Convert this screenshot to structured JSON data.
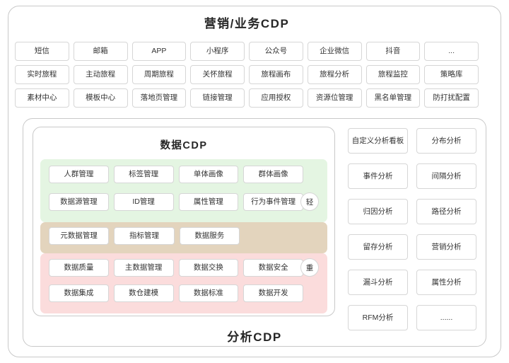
{
  "marketing_panel": {
    "title": "营销/业务CDP",
    "row1": [
      "短信",
      "邮箱",
      "APP",
      "小程序",
      "公众号",
      "企业微信",
      "抖音",
      "..."
    ],
    "row2": [
      "实时旅程",
      "主动旅程",
      "周期旅程",
      "关怀旅程",
      "旅程画布",
      "旅程分析",
      "旅程监控",
      "策略库"
    ],
    "row3": [
      "素材中心",
      "模板中心",
      "落地页管理",
      "链接管理",
      "应用授权",
      "资源位管理",
      "黑名单管理",
      "防打扰配置"
    ]
  },
  "analysis_panel": {
    "title": "分析CDP",
    "items": [
      "自定义分析看板",
      "分布分析",
      "事件分析",
      "间隔分析",
      "归因分析",
      "路径分析",
      "留存分析",
      "营销分析",
      "漏斗分析",
      "属性分析",
      "RFM分析",
      "......"
    ]
  },
  "data_panel": {
    "title": "数据CDP",
    "bands": {
      "light": {
        "color": "#e4f5e2",
        "badge": "轻",
        "row1": [
          "人群管理",
          "标签管理",
          "单体画像",
          "群体画像"
        ],
        "row2": [
          "数据源管理",
          "ID管理",
          "属性管理",
          "行为事件管理"
        ]
      },
      "mid": {
        "color": "#e3d4bd",
        "row1": [
          "元数据管理",
          "指标管理",
          "数据服务"
        ]
      },
      "heavy": {
        "color": "#fbdcdc",
        "badge": "重",
        "row1": [
          "数据质量",
          "主数据管理",
          "数据交换",
          "数据安全"
        ],
        "row2": [
          "数据集成",
          "数仓建模",
          "数据标准",
          "数据开发"
        ]
      }
    }
  }
}
